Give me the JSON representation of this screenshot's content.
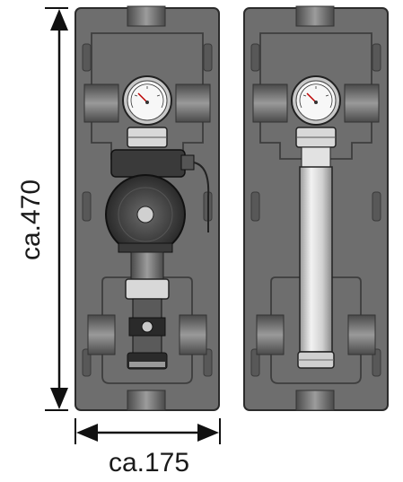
{
  "dimensions": {
    "height_label": "ca.470",
    "width_label": "ca.175"
  },
  "units": {
    "left": {
      "name": "pump-station-with-pump",
      "components": [
        "housing-panel",
        "thermometer",
        "circulation-pump",
        "ball-valve"
      ]
    },
    "right": {
      "name": "pump-station-bypass-tube",
      "components": [
        "housing-panel",
        "thermometer",
        "straight-tube"
      ]
    }
  },
  "colors": {
    "panel": "#6b6b6b",
    "panel_dark": "#3c3c3c",
    "metal_light": "#d9d9d9",
    "pump_dark": "#2e2e2e",
    "dimension": "#111111"
  }
}
